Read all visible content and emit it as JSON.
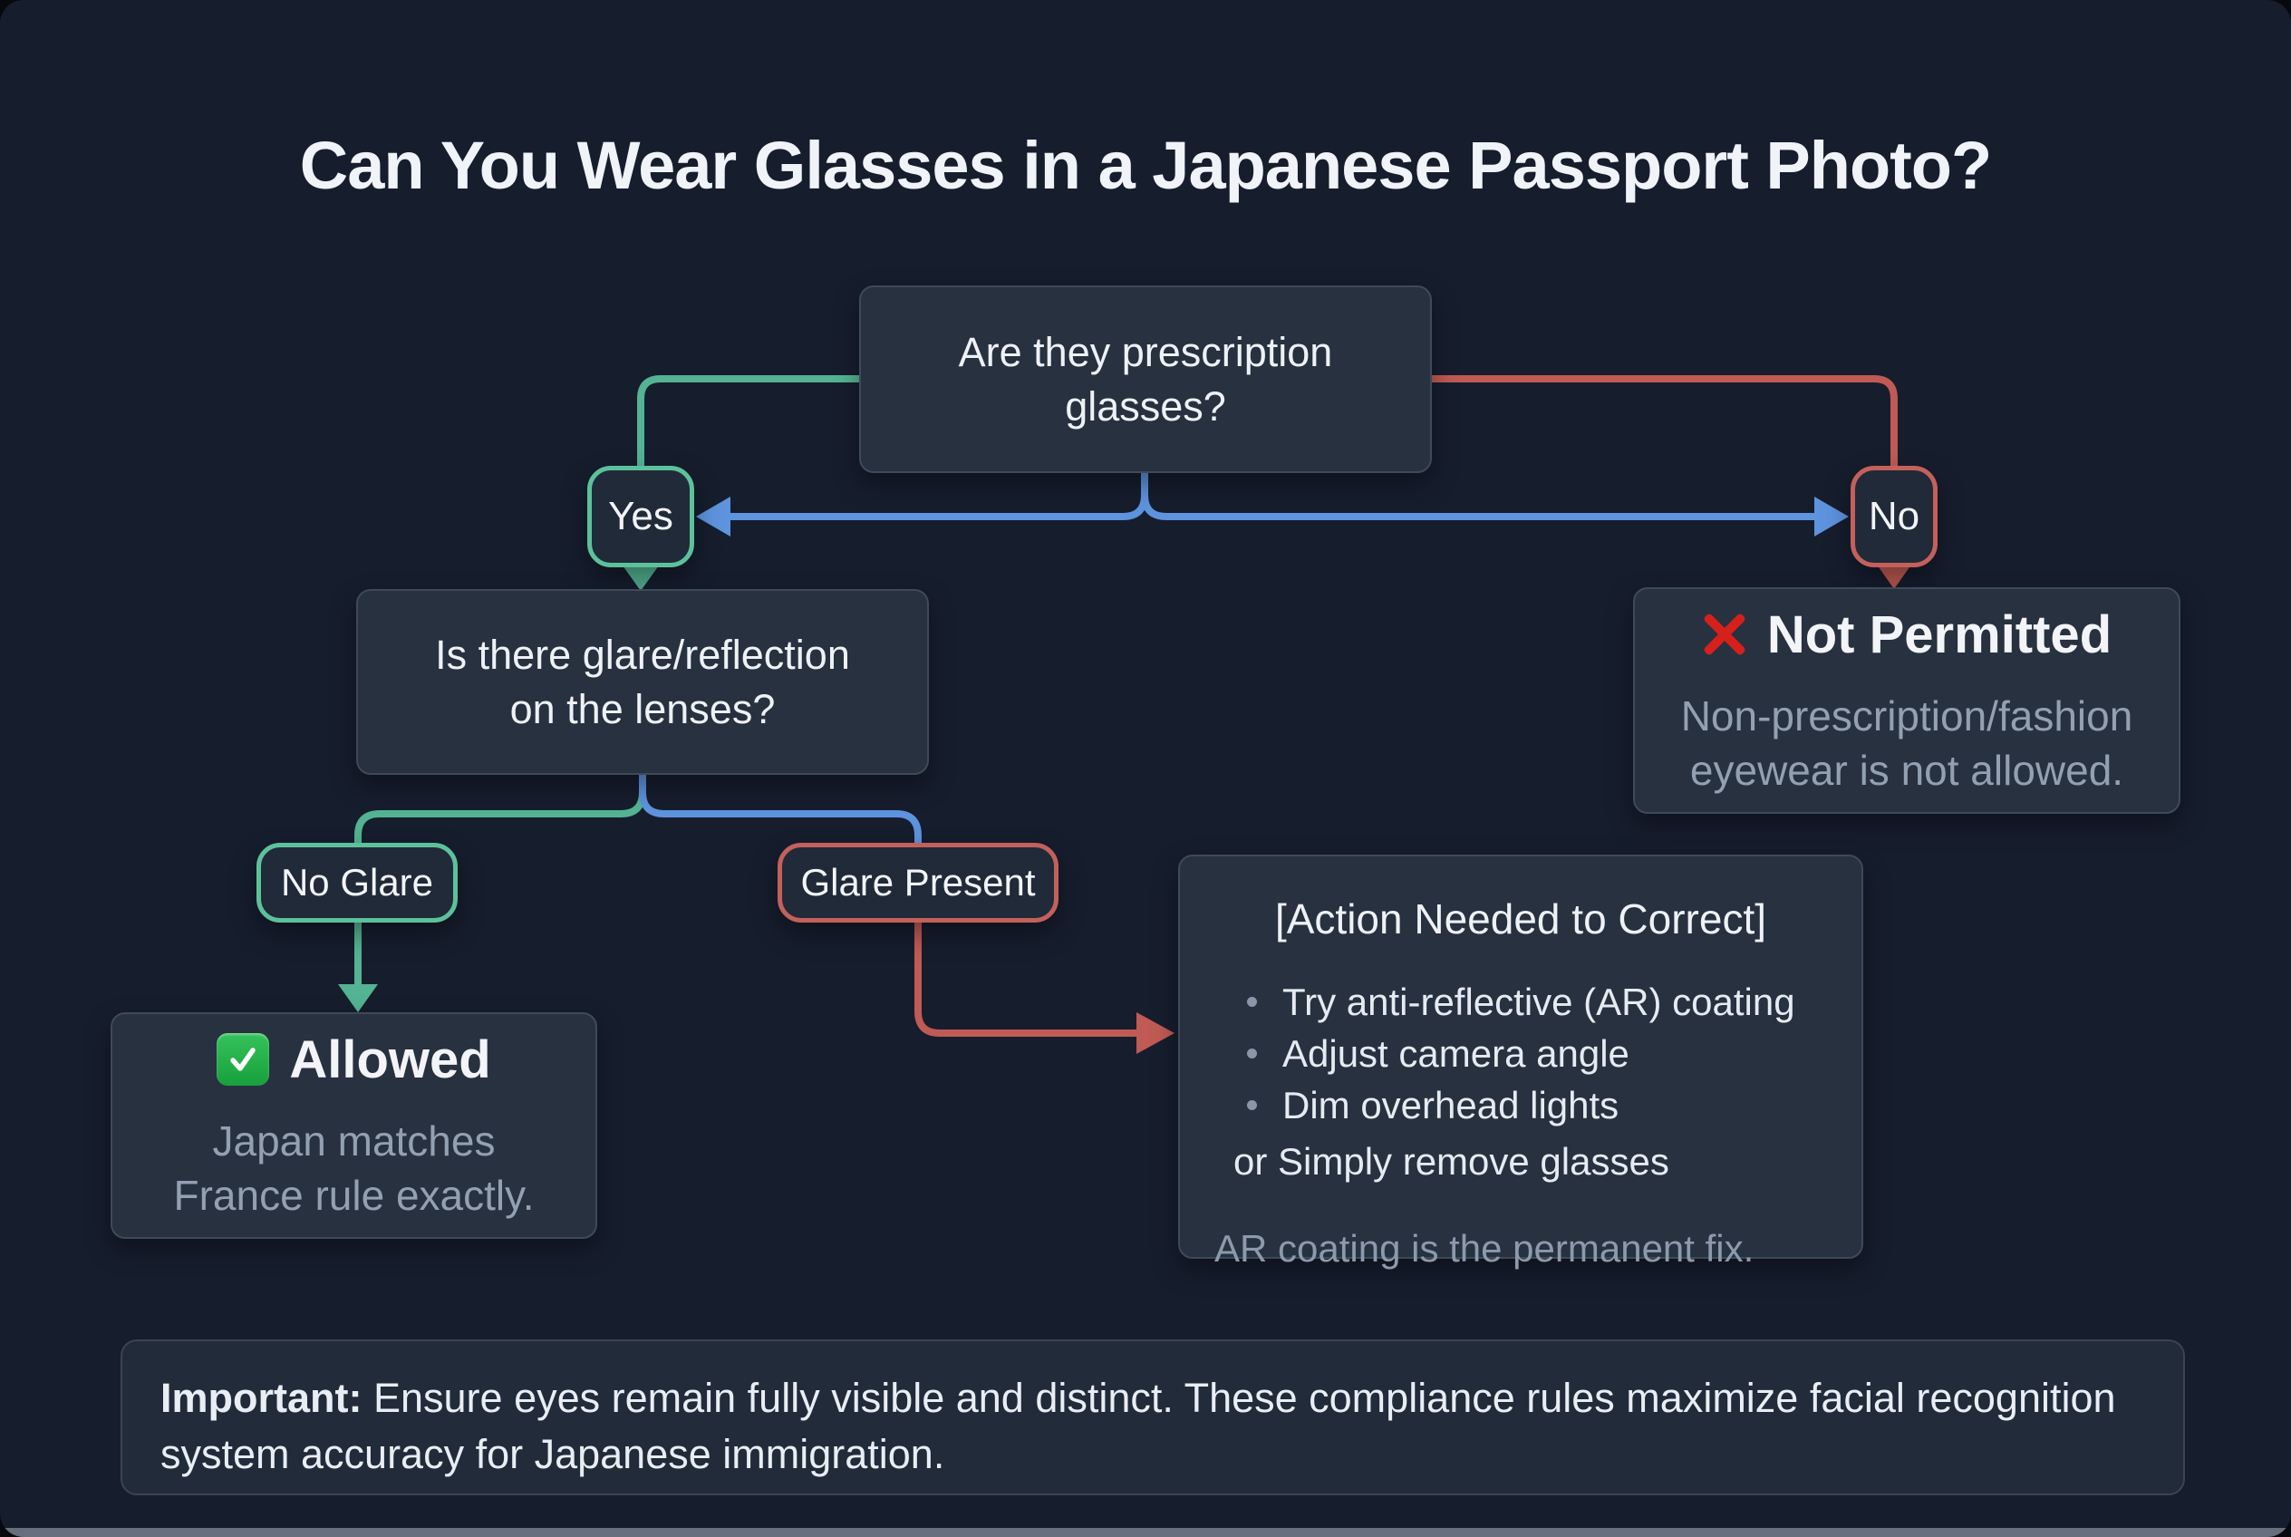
{
  "page": {
    "title": "Can You Wear Glasses in a Japanese Passport Photo?"
  },
  "colors": {
    "background": "#161d2d",
    "node_fill": "#27313f",
    "node_border": "#3e4a5a",
    "green_line": "#53b392",
    "blue_line": "#5e93dd",
    "red_line": "#c05a54",
    "cross_red": "#d6201c",
    "check_green": "#22b14c",
    "secondary_text": "#93a0b2"
  },
  "nodes": {
    "question1": {
      "line1": "Are they prescription",
      "line2": "glasses?"
    },
    "yes": {
      "label": "Yes"
    },
    "no": {
      "label": "No"
    },
    "question2": {
      "line1": "Is there glare/reflection",
      "line2": "on the lenses?"
    },
    "not_permitted": {
      "icon": "cross-mark",
      "title": "Not Permitted",
      "body": "Non-prescription/fashion eyewear is not allowed."
    },
    "no_glare": {
      "label": "No Glare"
    },
    "glare_present": {
      "label": "Glare Present"
    },
    "allowed": {
      "icon": "check-mark",
      "title": "Allowed",
      "body": "Japan matches France rule exactly."
    },
    "action": {
      "title": "[Action Needed to Correct]",
      "bullets": [
        "Try anti-reflective (AR) coating",
        "Adjust camera angle",
        "Dim overhead lights"
      ],
      "or_line": "or Simply remove glasses",
      "footer": "AR coating is the permanent fix."
    }
  },
  "footer": {
    "important_label": "Important:",
    "important_text": " Ensure eyes remain fully visible and distinct. These compliance rules maximize facial recognition system accuracy for Japanese immigration."
  }
}
